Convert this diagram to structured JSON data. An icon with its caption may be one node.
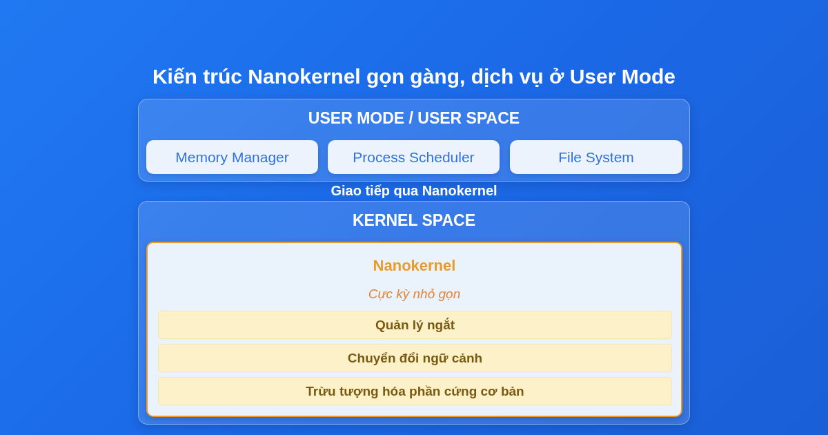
{
  "diagram": {
    "title": "Kiến trúc Nanokernel gọn gàng, dịch vụ ở User Mode",
    "nodes": [
      {
        "text": [
          "USER MODE / USER SPACE"
        ]
      },
      {
        "text": [
          "Memory Manager"
        ],
        "in": 0
      },
      {
        "text": [
          "Process Scheduler"
        ],
        "in": 0
      },
      {
        "text": [
          "File System"
        ],
        "in": 0
      },
      {
        "text": [
          "KERNEL SPACE"
        ]
      },
      {
        "text": [
          "Nanokernel",
          "Cực kỳ nhỏ gọn"
        ],
        "in": 4
      },
      {
        "text": [
          "Quản lý ngắt"
        ],
        "in": 5
      },
      {
        "text": [
          "Chuyển đổi ngữ cảnh"
        ],
        "in": 5
      },
      {
        "text": [
          "Trừu tượng hóa phần cứng cơ bản"
        ],
        "in": 5
      }
    ],
    "labels": [
      "Giao tiếp qua Nanokernel"
    ]
  }
}
